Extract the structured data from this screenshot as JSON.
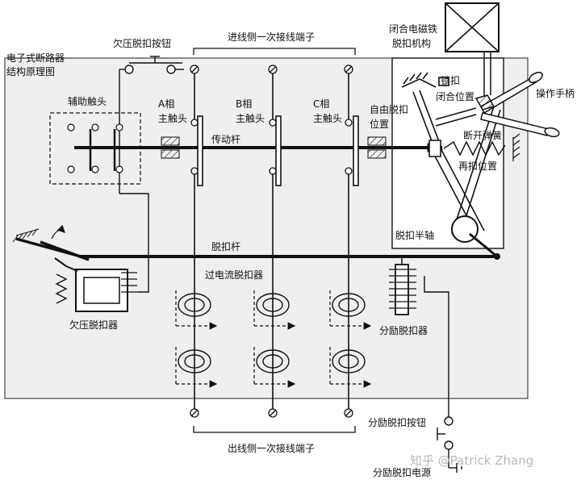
{
  "labels": {
    "title_line1": "电子式断路器",
    "title_line2": "结构原理图",
    "undervoltage_button": "欠压脱扣按钮",
    "incoming_terminal": "进线侧一次接线端子",
    "closing_magnet_line1": "闭合电磁铁",
    "closing_magnet_line2": "脱扣机构",
    "auxiliary_contacts": "辅助触头",
    "phase_a_line1": "A相",
    "phase_a_line2": "主触头",
    "phase_b_line1": "B相",
    "phase_b_line2": "主触头",
    "phase_c_line1": "C相",
    "phase_c_line2": "主触头",
    "drive_rod": "传动杆",
    "lock_catch": "锁扣",
    "closed_position": "闭合位置",
    "free_trip_line1": "自由脱扣",
    "free_trip_line2": "位置",
    "operating_handle": "操作手柄",
    "opening_spring": "断开弹簧",
    "reset_position": "再扣位置",
    "trip_half_shaft": "脱扣半轴",
    "trip_rod": "脱扣杆",
    "overcurrent_release": "过电流脱扣器",
    "undervoltage_release": "欠压脱扣器",
    "shunt_release": "分励脱扣器",
    "shunt_button": "分励脱扣按钮",
    "outgoing_terminal": "出线侧一次接线端子",
    "shunt_power": "分励脱扣电源",
    "watermark": "知乎 @Patrick Zhang"
  },
  "colors": {
    "ink": "#111111",
    "panel": "#efefef",
    "watermark": "#b8b8b8"
  }
}
